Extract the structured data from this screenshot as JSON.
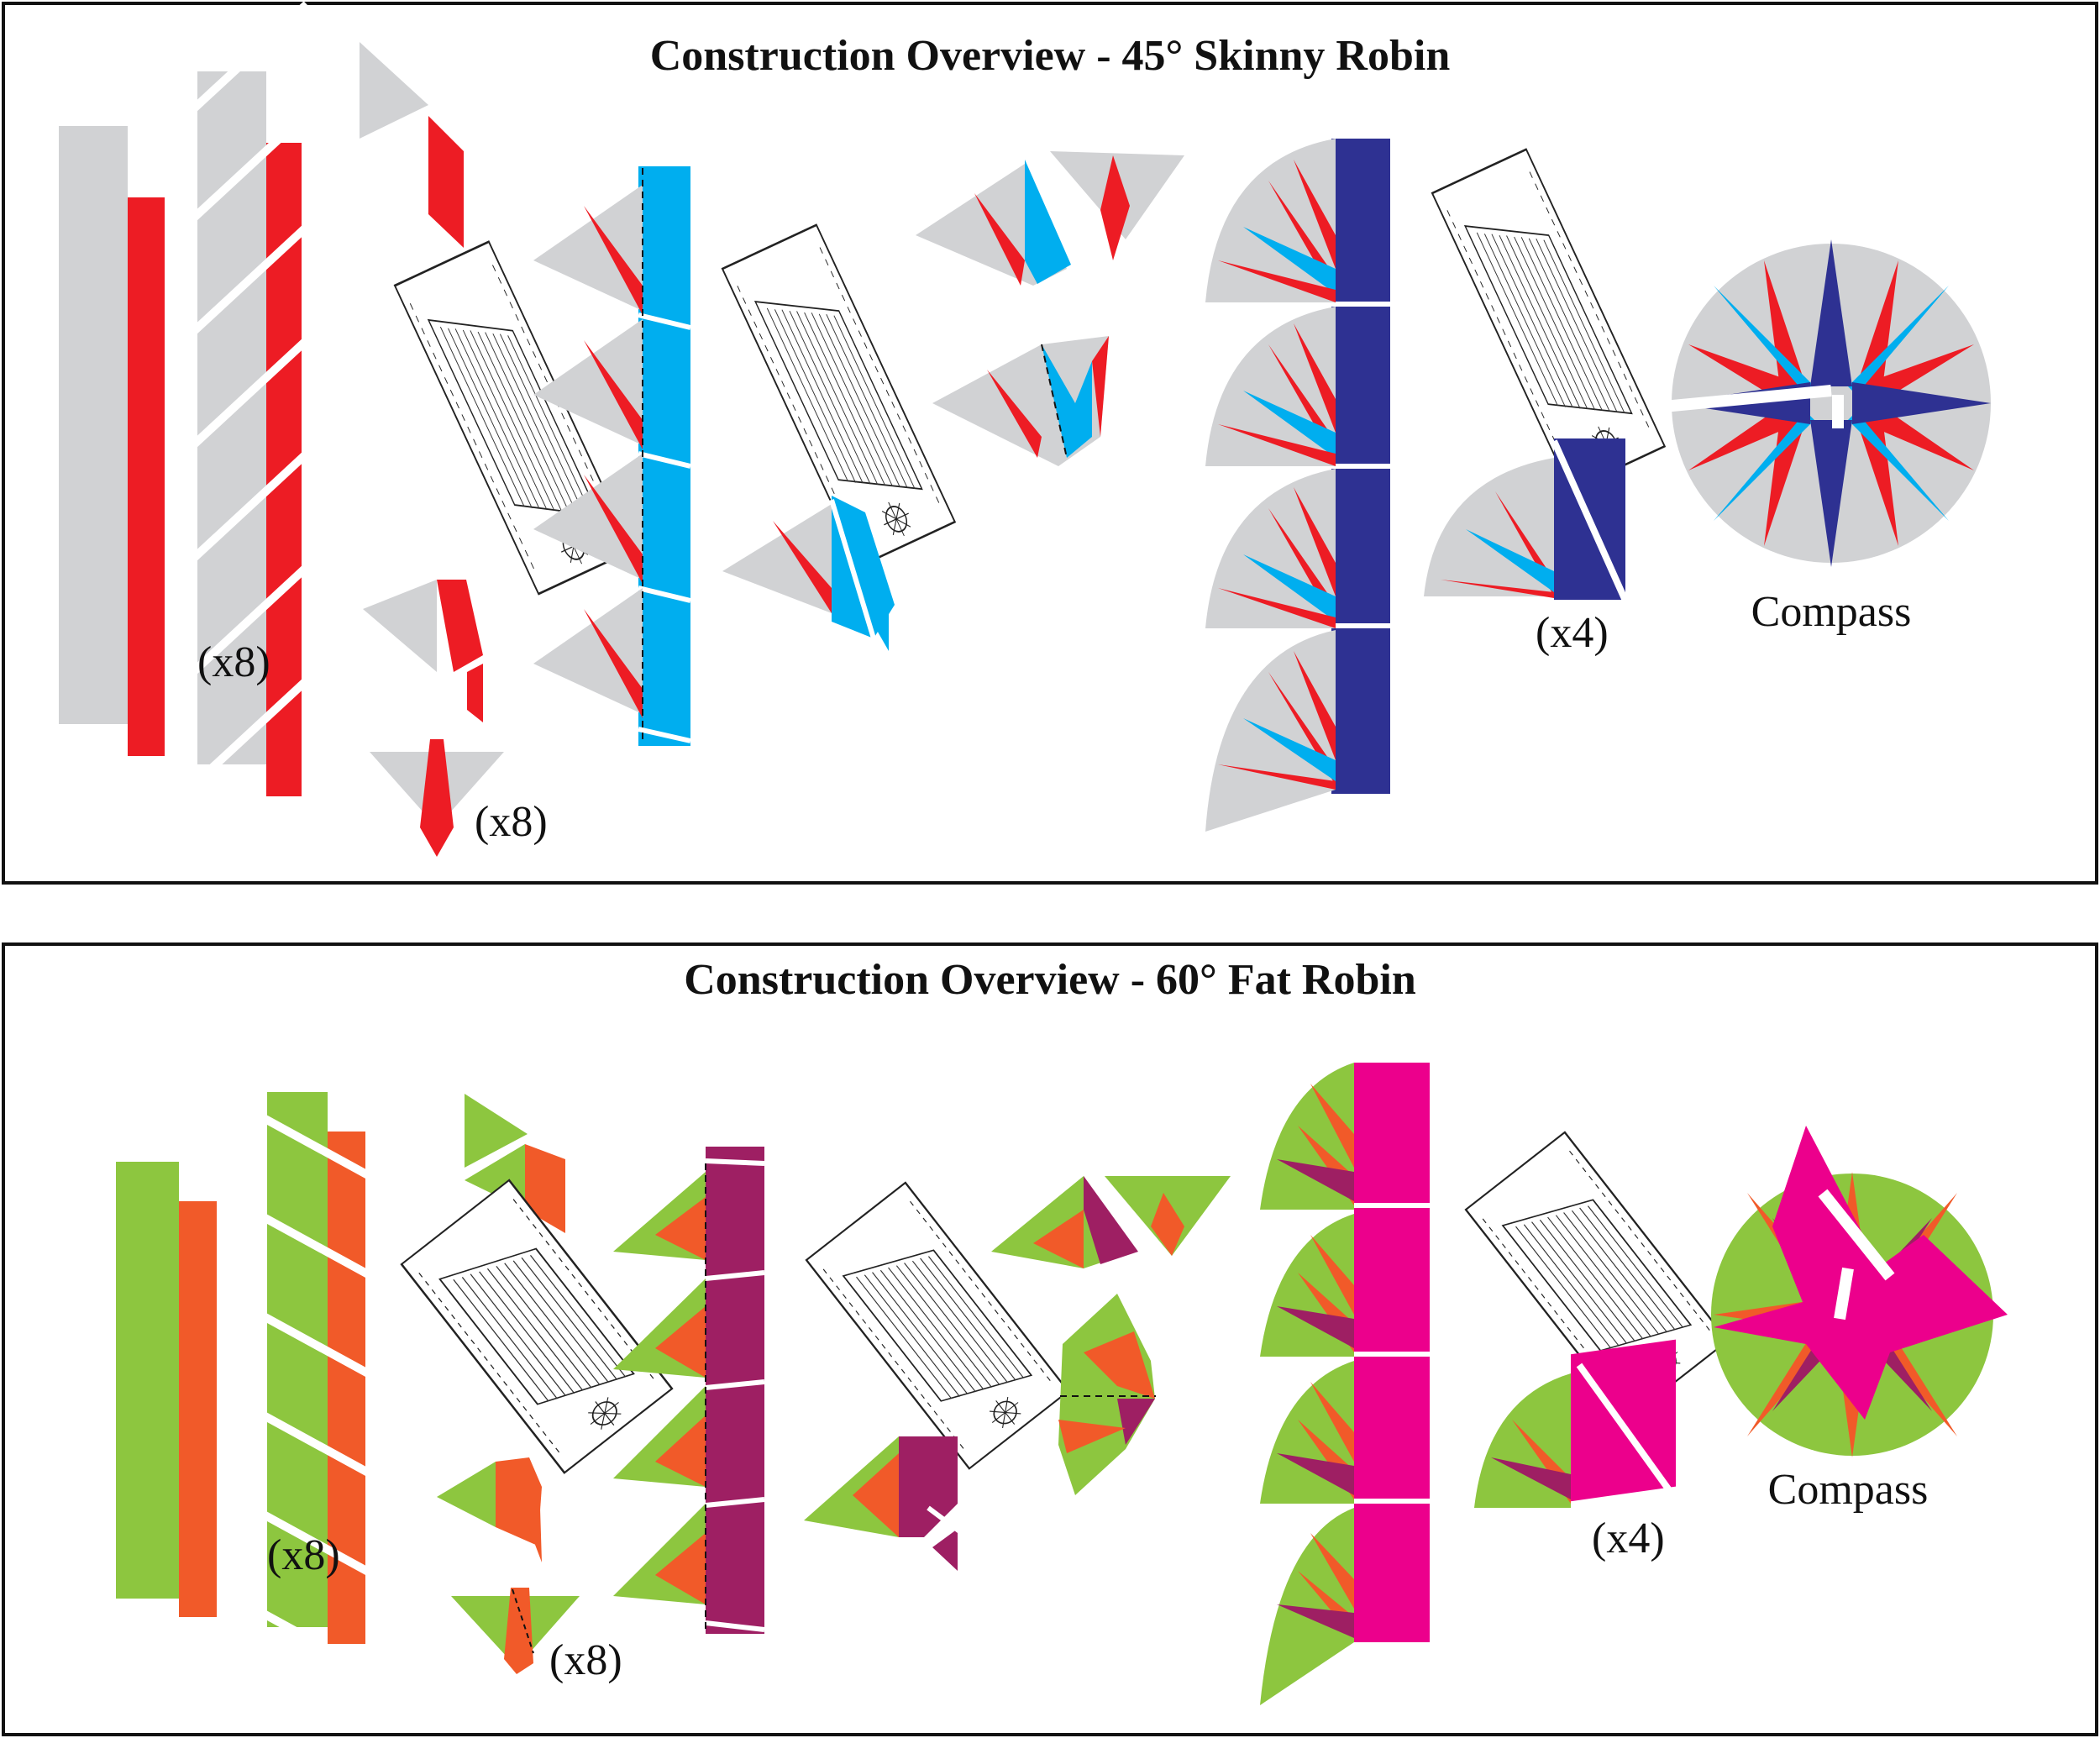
{
  "panels": [
    {
      "title": "Construction Overview - 45° Skinny Robin",
      "colors": {
        "background_fabric": "#d1d2d4",
        "spike": "#ed1c24",
        "second": "#00aeef",
        "third": "#2e3192"
      },
      "labels": {
        "strips_count": "(x8)",
        "unit_count": "(x8)",
        "quarter_count": "(x4)",
        "result": "Compass"
      }
    },
    {
      "title": "Construction Overview - 60° Fat Robin",
      "colors": {
        "background_fabric": "#8dc63f",
        "spike": "#f15a29",
        "second": "#9e1f63",
        "third": "#ec008c"
      },
      "labels": {
        "strips_count": "(x8)",
        "unit_count": "(x8)",
        "quarter_count": "(x4)",
        "result": "Compass"
      }
    }
  ],
  "icons": {
    "ruler": "ruler-template-icon"
  }
}
